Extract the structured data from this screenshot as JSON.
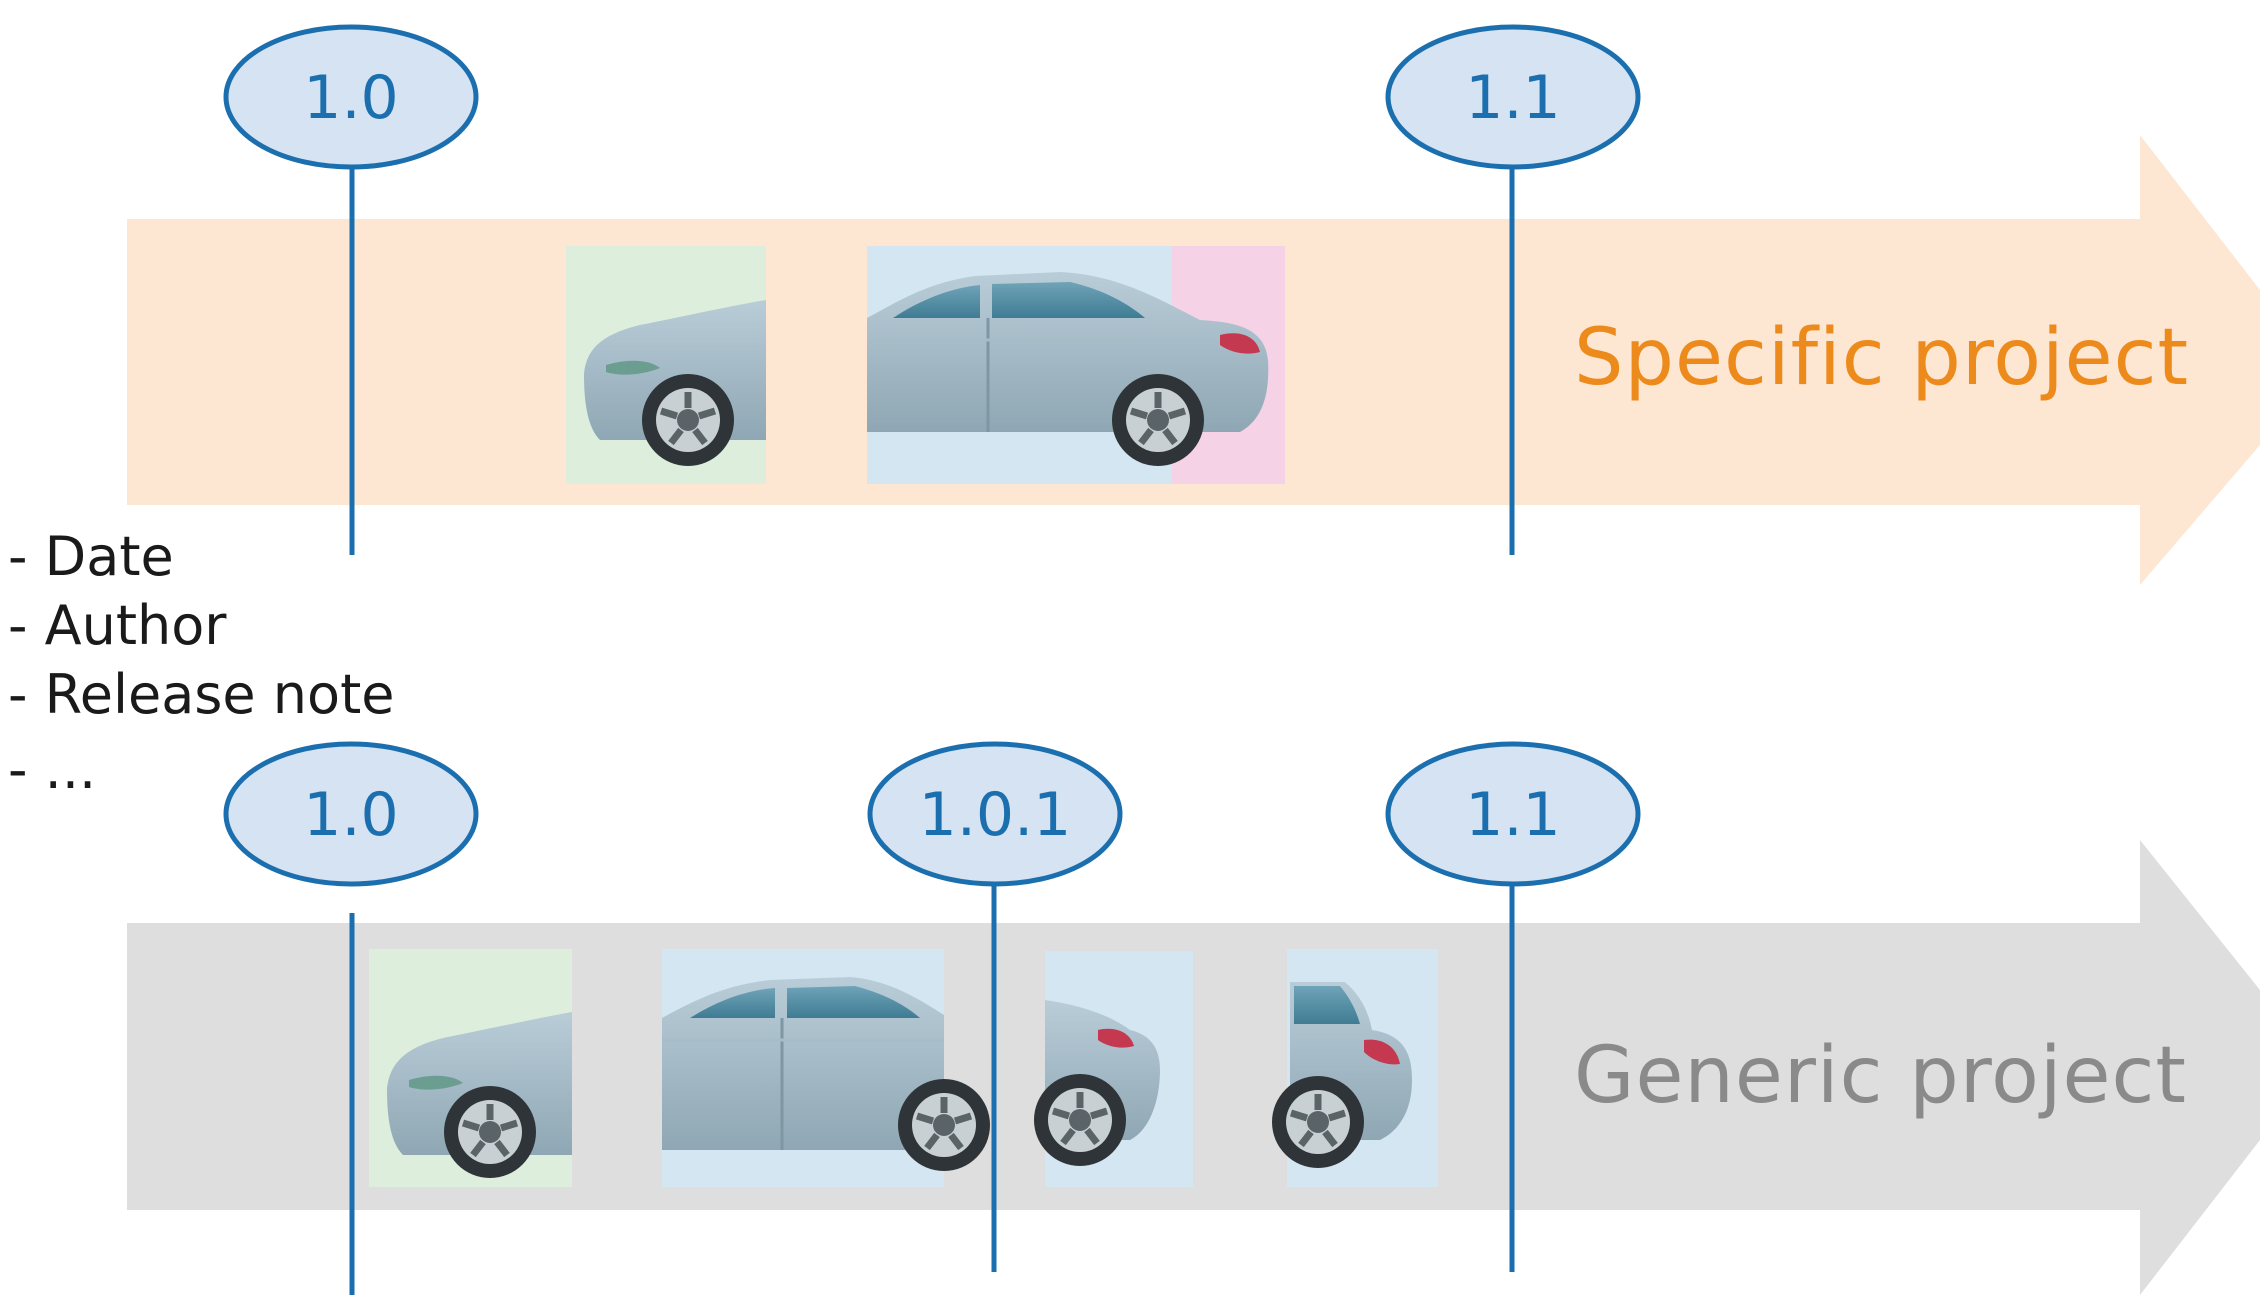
{
  "specific_project": {
    "label": "Specific project",
    "arrow_color": "#fde7d3",
    "label_color": "#ec8a1c",
    "versions": [
      "1.0",
      "1.1"
    ],
    "module_colors": [
      "#deeedd",
      "#d5e6f3",
      "#f6d2e6"
    ]
  },
  "generic_project": {
    "label": "Generic project",
    "arrow_color": "#dedede",
    "label_color": "#8a8a8a",
    "versions": [
      "1.0",
      "1.0.1",
      "1.1"
    ],
    "module_colors": [
      "#deeedd",
      "#d5e6f3",
      "#d5e6f3",
      "#d5e6f3"
    ]
  },
  "version_marker": {
    "fill": "#d5e3f2",
    "stroke": "#1b6fae"
  },
  "version_metadata": {
    "items": [
      "- Date",
      "- Author",
      "- Release note",
      "- ..."
    ]
  },
  "icons": [
    "car-front-icon",
    "car-body-icon",
    "car-rear-icon",
    "car-hatchback-icon"
  ]
}
